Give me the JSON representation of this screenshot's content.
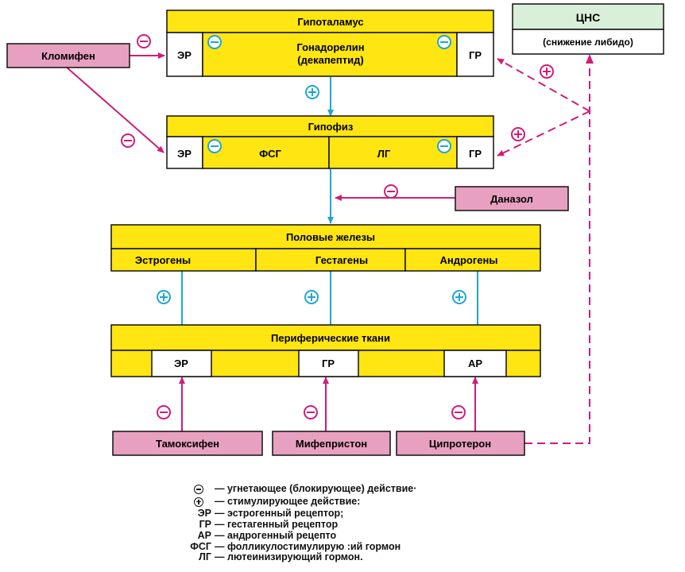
{
  "diagram": {
    "hypothalamus": {
      "title": "Гипоталамус",
      "receptor_left": "ЭР",
      "center_line1": "Гонадорелин",
      "center_line2": "(декапептид)",
      "receptor_right": "ГР"
    },
    "cns": {
      "title": "ЦНС",
      "subtitle": "(снижение либидо)"
    },
    "pituitary": {
      "title": "Гипофиз",
      "receptor_left": "ЭР",
      "fsh": "ФСГ",
      "lh": "ЛГ",
      "receptor_right": "ГР"
    },
    "gonads": {
      "title": "Половые железы",
      "estrogens": "Эстрогены",
      "gestagens": "Гестагены",
      "androgens": "Андрогены"
    },
    "peripheral": {
      "title": "Периферические ткани",
      "er": "ЭР",
      "gr": "ГР",
      "ar": "АР"
    },
    "drugs": {
      "clomiphene": "Кломифен",
      "danazol": "Даназол",
      "tamoxifen": "Тамоксифен",
      "mifepristone": "Мифепристон",
      "cyproterone": "Ципротерон"
    },
    "colors": {
      "yellow": "#ffe512",
      "pink": "#e8a0c0",
      "green": "#d9efd9",
      "magenta": "#d11c79",
      "cyan": "#1fa6d3"
    }
  },
  "legend": [
    {
      "symbol": "minus",
      "key": "",
      "text": "— угнетающее (блокирующее) действие·"
    },
    {
      "symbol": "plus",
      "key": "",
      "text": "— стимулирующее действие:"
    },
    {
      "symbol": "",
      "key": "ЭР",
      "text": "— эстрогенный рецептор;"
    },
    {
      "symbol": "",
      "key": "ГР",
      "text": "— гестагенный рецептор"
    },
    {
      "symbol": "",
      "key": "АР",
      "text": "— андрогенный рецепто"
    },
    {
      "symbol": "",
      "key": "ФСГ",
      "text": "— фолликулостимулирую :ий гормон"
    },
    {
      "symbol": "",
      "key": "ЛГ",
      "text": "— лютеинизирующий гормон."
    }
  ]
}
